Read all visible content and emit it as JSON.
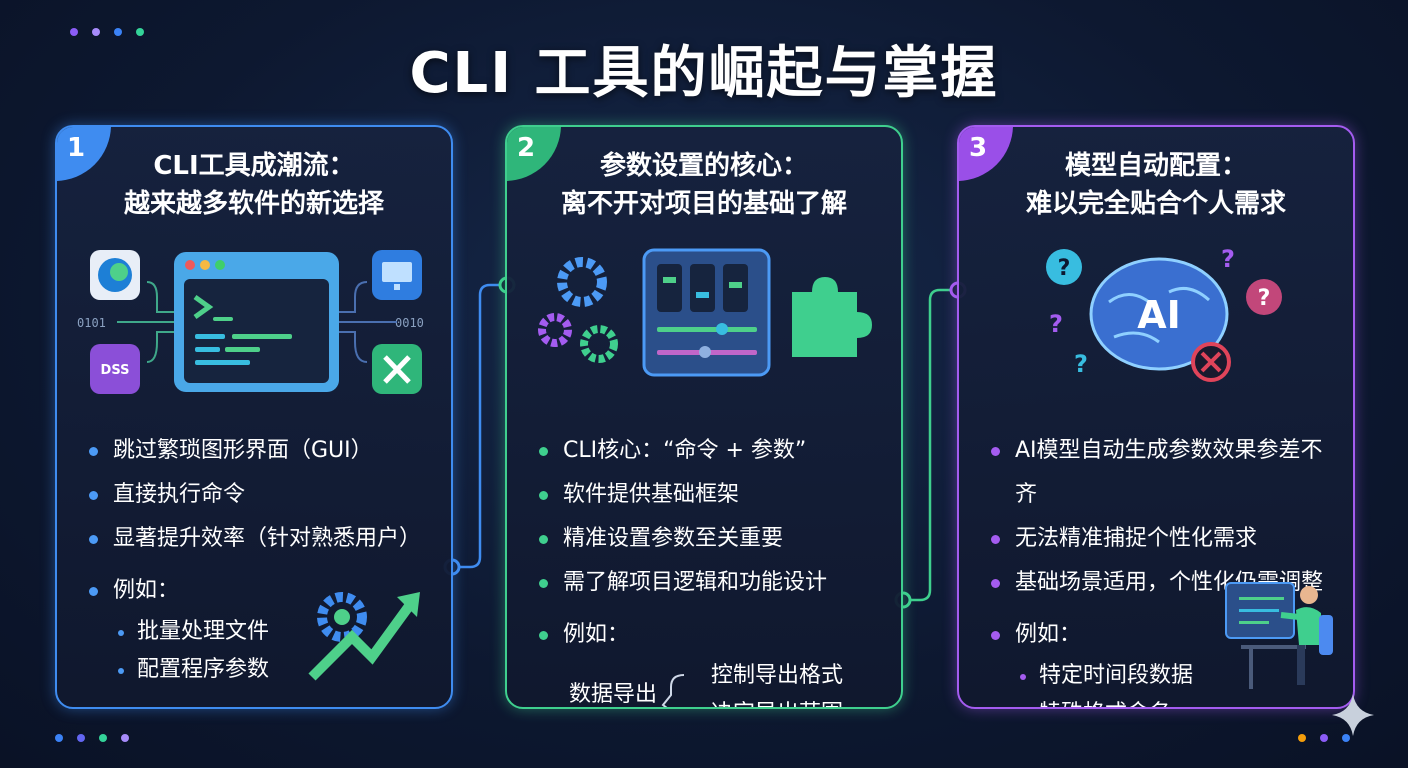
{
  "title": "CLI 工具的崛起与掌握",
  "cards": [
    {
      "number": "1",
      "heading": [
        "CLI工具成潮流：",
        "越来越多软件的新选择"
      ],
      "illustration": {
        "left_code": "0101",
        "right_code": "0010",
        "dss_label": "DSS"
      },
      "bullets": [
        "跳过繁琐图形界面（GUI）",
        "直接执行命令",
        "显著提升效率（针对熟悉用户）"
      ],
      "example_label": "例如：",
      "examples": [
        "批量处理文件",
        "配置程序参数"
      ]
    },
    {
      "number": "2",
      "heading": [
        "参数设置的核心：",
        "离不开对项目的基础了解"
      ],
      "bullets": [
        "CLI核心：“命令 + 参数”",
        "软件提供基础框架",
        "精准设置参数至关重要",
        "需了解项目逻辑和功能设计"
      ],
      "example_label": "例如：",
      "example_root": "数据导出",
      "examples": [
        "控制导出格式",
        "决定导出范围"
      ]
    },
    {
      "number": "3",
      "heading": [
        "模型自动配置：",
        "难以完全贴合个人需求"
      ],
      "illustration": {
        "ai_label": "AI",
        "question_mark": "?"
      },
      "bullets": [
        "AI模型自动生成参数效果参差不齐",
        "无法精准捕捉个性化需求",
        "基础场景适用，个性化仍需调整"
      ],
      "example_label": "例如：",
      "examples": [
        "特定时间段数据",
        "特殊格式命名"
      ]
    }
  ],
  "colors": {
    "blue": "#3f8cf0",
    "green": "#3fcf8e",
    "purple": "#a45cf0"
  }
}
